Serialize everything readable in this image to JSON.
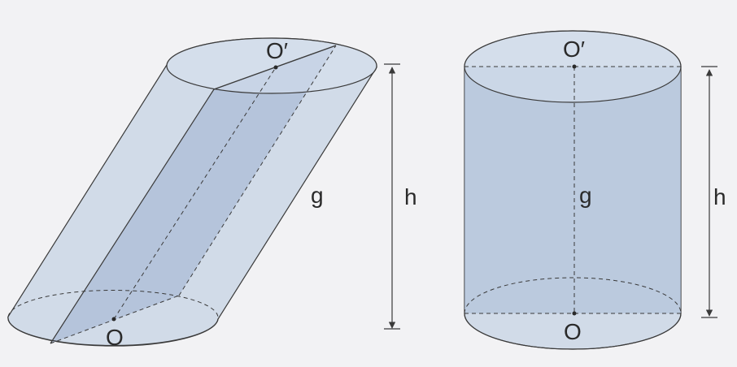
{
  "figure": {
    "oblique": {
      "top_center_label": "O′",
      "bottom_center_label": "O",
      "generatrix_label": "g",
      "height_label": "h"
    },
    "right": {
      "top_center_label": "O′",
      "bottom_center_label": "O",
      "generatrix_label": "g",
      "height_label": "h"
    },
    "colors": {
      "background": "#f2f2f4",
      "body_fill": "#c6d3e4",
      "section_fill": "#a9bbd6",
      "outline": "#3a3a3a"
    }
  }
}
